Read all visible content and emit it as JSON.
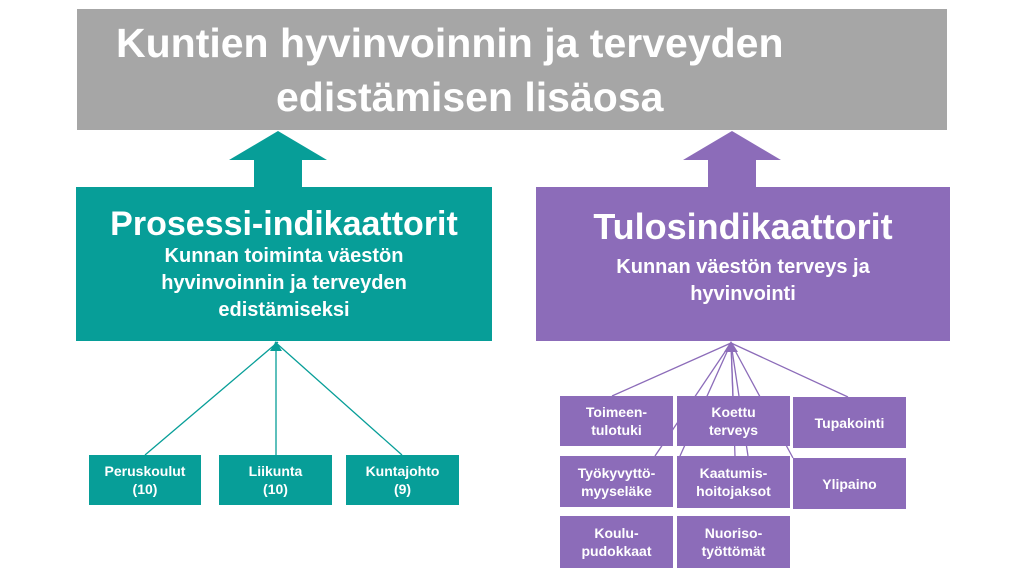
{
  "title": {
    "line1": "Kuntien hyvinvoinnin ja terveyden",
    "line2": "edistämisen lisäosa"
  },
  "colors": {
    "title_bg": "#a6a6a6",
    "teal": "#079e98",
    "purple": "#8c6cb9"
  },
  "process": {
    "heading": "Prosessi-indikaattorit",
    "sub_line1": "Kunnan toiminta väestön",
    "sub_line2": "hyvinvoinnin ja terveyden",
    "sub_line3": "edistämiseksi",
    "items": [
      {
        "line1": "Peruskoulut",
        "line2": "(10)"
      },
      {
        "line1": "Liikunta",
        "line2": "(10)"
      },
      {
        "line1": "Kuntajohto",
        "line2": "(9)"
      }
    ]
  },
  "outcome": {
    "heading": "Tulosindikaattorit",
    "sub_line1": "Kunnan väestön terveys ja",
    "sub_line2": "hyvinvointi",
    "items": [
      {
        "line1": "Toimeen-",
        "line2": "tulotuki"
      },
      {
        "line1": "Koettu",
        "line2": "terveys"
      },
      {
        "line1": "Tupakointi",
        "line2": ""
      },
      {
        "line1": "Työkyvyttö-",
        "line2": "myyseläke"
      },
      {
        "line1": "Kaatumis-",
        "line2": "hoitojaksot"
      },
      {
        "line1": "Ylipaino",
        "line2": ""
      },
      {
        "line1": "Koulu-",
        "line2": "pudokkaat"
      },
      {
        "line1": "Nuoriso-",
        "line2": "työttömät"
      }
    ]
  }
}
